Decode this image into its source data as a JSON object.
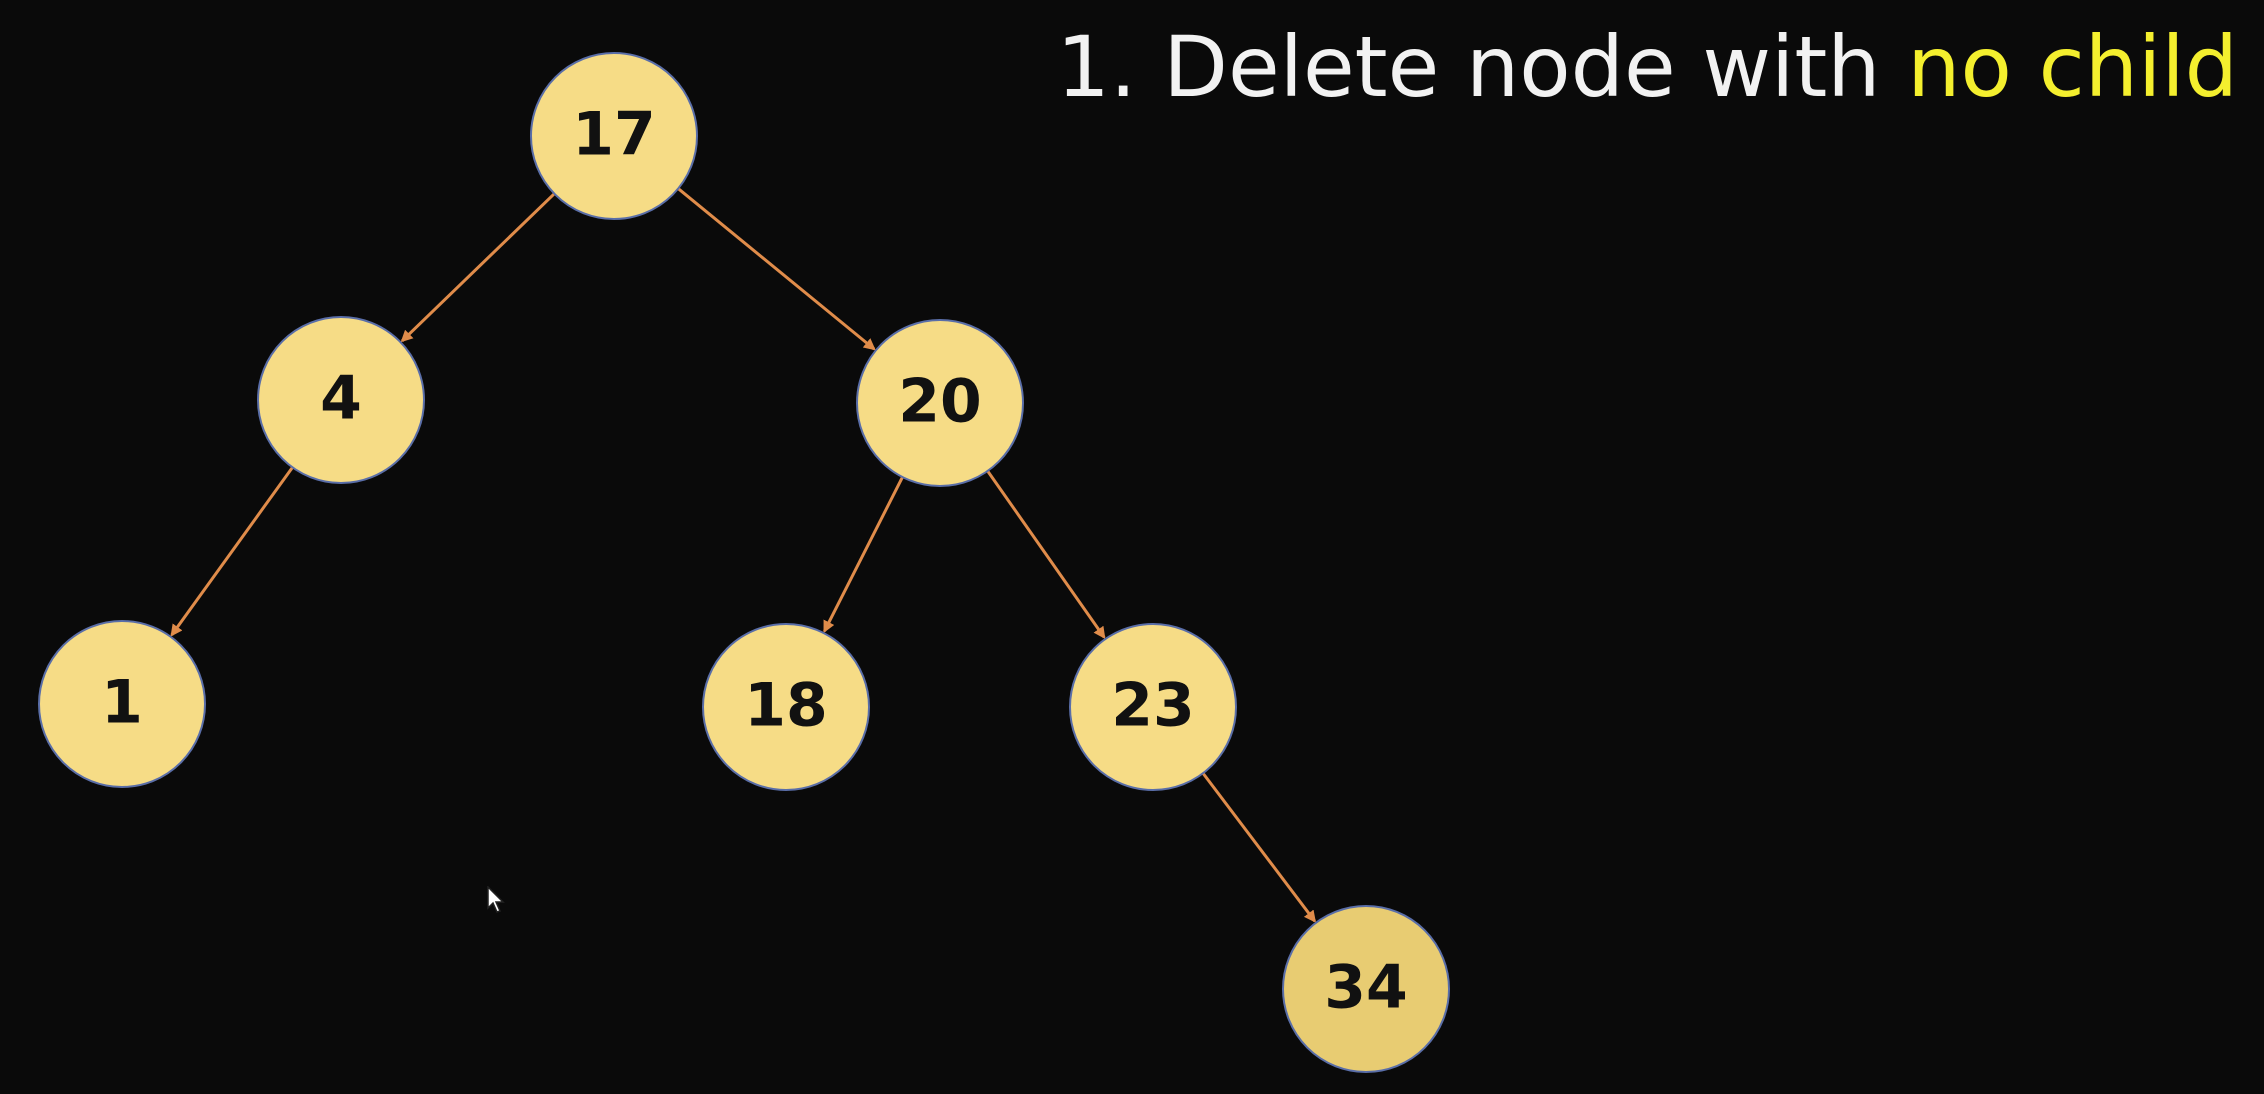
{
  "heading": {
    "prefix": "1. Delete node with ",
    "highlight": "no child"
  },
  "colors": {
    "background": "#0a0a0a",
    "node_fill": "#f6dc86",
    "node_fill_highlighted": "#e8cc72",
    "node_stroke": "#5a6ea8",
    "edge": "#e08c4a",
    "heading_text": "#f2f2f2",
    "heading_highlight": "#f4ef2e"
  },
  "tree": {
    "nodes": [
      {
        "id": "n17",
        "label": "17"
      },
      {
        "id": "n4",
        "label": "4"
      },
      {
        "id": "n20",
        "label": "20"
      },
      {
        "id": "n1",
        "label": "1"
      },
      {
        "id": "n18",
        "label": "18"
      },
      {
        "id": "n23",
        "label": "23"
      },
      {
        "id": "n34",
        "label": "34",
        "highlighted": true
      }
    ],
    "edges": [
      {
        "from": "n17",
        "to": "n4"
      },
      {
        "from": "n17",
        "to": "n20"
      },
      {
        "from": "n4",
        "to": "n1"
      },
      {
        "from": "n20",
        "to": "n18"
      },
      {
        "from": "n20",
        "to": "n23"
      },
      {
        "from": "n23",
        "to": "n34"
      }
    ]
  }
}
